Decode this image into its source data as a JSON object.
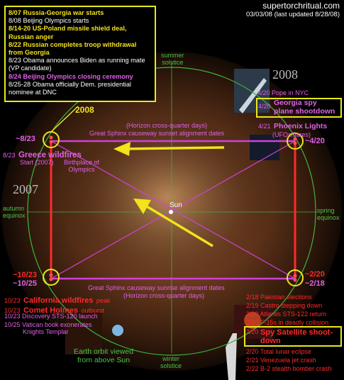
{
  "site": "supertorchritual.com",
  "dates_line": "03/03/08 (last updated 8/28/08)",
  "timeline": [
    {
      "date": "8/07",
      "text": "Russia-Georgia war starts",
      "color": "#f4e21a",
      "bold": true
    },
    {
      "date": "8/08",
      "text": "Beijing Olympics starts",
      "color": "#ffffff",
      "bold": false
    },
    {
      "date": "8/14-20",
      "text": "US-Poland missile shield deal, Russian anger",
      "color": "#f4e21a",
      "bold": true
    },
    {
      "date": "8/22",
      "text": "Russian completes troop withdrawal from Georgia",
      "color": "#f4e21a",
      "bold": true
    },
    {
      "date": "8/23",
      "text": "Obama announces Biden as running mate (VP candidate)",
      "color": "#ffffff",
      "bold": false
    },
    {
      "date": "8/24",
      "text": "Beijing Olympics closing ceremony",
      "color": "#e060e8",
      "bold": true
    },
    {
      "date": "8/25-28",
      "text": "Obama officially Dem. presidential nominee at DNC",
      "color": "#ffffff",
      "bold": false
    }
  ],
  "year_top_left": "2008",
  "year_top_right": "2008",
  "year_left": "2007",
  "summer_solstice": [
    "summer",
    "solstice"
  ],
  "winter_solstice": [
    "winter",
    "solstice"
  ],
  "autumn_equinox": [
    "autumn",
    "equinox"
  ],
  "spring_equinox": [
    "spring",
    "equinox"
  ],
  "sun_label": "Sun",
  "horizon_top": "(Horizon cross-quarter days)",
  "sphinx_sunset": "Great Sphinx causeway sunset alignment dates",
  "sphinx_sunrise": "Great Sphinx causeway sunrise alignment dates",
  "horizon_bottom": "(Horizon cross-quarter days)",
  "date_ul": "~8/23",
  "date_ur": "~4/20",
  "date_ll_1": "~10/23",
  "date_ll_2": "~10/25",
  "date_lr_1": "~2/20",
  "date_lr_2": "~2/18",
  "greece_date": "8/23",
  "greece_text": "Greece wildfires",
  "olympics_start": [
    "Start (2007)",
    "Birthplace of",
    "Olympics"
  ],
  "april_events": [
    {
      "date": "4/20",
      "text": "Pope in NYC",
      "big": false
    },
    {
      "date": "4/20",
      "text": "Georgia spy plane shootdown",
      "big": true
    },
    {
      "date": "4/21",
      "text": "Phoenix Lights",
      "extra": "(UFOs/flares)",
      "big": true
    }
  ],
  "october_events": [
    {
      "date": "10/23",
      "text": "California wildfires",
      "extra": "peak",
      "big": true
    },
    {
      "date": "10/23",
      "text": "Comet Holmes",
      "extra": "outburst",
      "big": true
    },
    {
      "date": "10/23",
      "text": "Discovery STS-120 launch",
      "big": false
    },
    {
      "date": "10/25",
      "text": "Vatican book exonerates",
      "extra2": "Knights Templar",
      "big": false
    }
  ],
  "feb_events": [
    {
      "date": "2/18",
      "text": "Pakistan elections"
    },
    {
      "date": "2/19",
      "text": "Castro stepping down"
    },
    {
      "date": "2/20",
      "text": "Atlantis STS-122 return"
    },
    {
      "date": "2/20",
      "text": "F-15s in deadly collision"
    },
    {
      "date": "2/20",
      "text": "Spy Satellite shoot-down"
    },
    {
      "date": "2/20",
      "text": "Total lunar eclipse"
    },
    {
      "date": "2/21",
      "text": "Venezuela jet crash"
    },
    {
      "date": "2/22",
      "text": "B-2 stealth bomber crash"
    }
  ],
  "caption": [
    "Earth orbit viewed",
    "from above Sun"
  ],
  "colors": {
    "yellow": "#f4e21a",
    "pink": "#e060e8",
    "green": "#3fb33f",
    "red": "#ff2a2a"
  }
}
